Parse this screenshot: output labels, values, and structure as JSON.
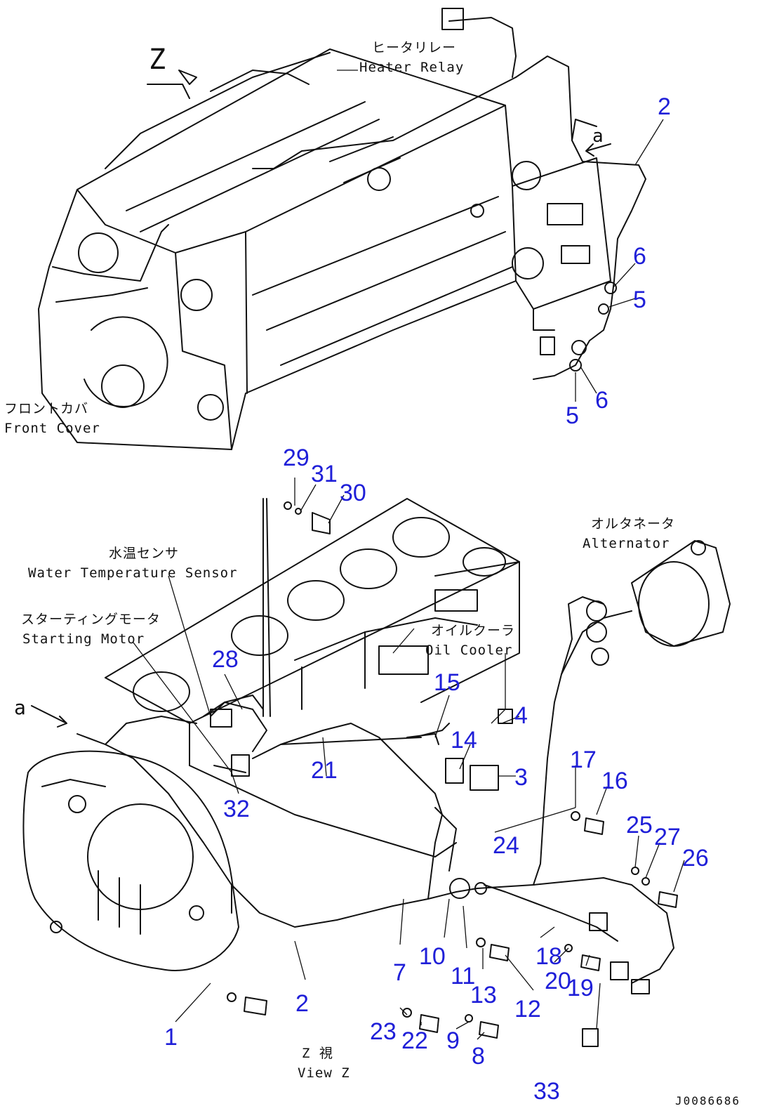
{
  "labels": {
    "heater_relay_jp": "ヒータリレー",
    "heater_relay_en": "Heater Relay",
    "front_cover_jp": "フロントカバ",
    "front_cover_en": "Front Cover",
    "water_temp_jp": "水温センサ",
    "water_temp_en": "Water Temperature Sensor",
    "starting_motor_jp": "スターティングモータ",
    "starting_motor_en": "Starting Motor",
    "oil_cooler_jp": "オイルクーラ",
    "oil_cooler_en": "Oil Cooler",
    "alternator_jp": "オルタネータ",
    "alternator_en": "Alternator",
    "view_jp": "Z 視",
    "view_en": "View Z",
    "view_letter": "Z",
    "arrow_a_top": "a",
    "arrow_a_left": "a",
    "drawing_code": "J0086686"
  },
  "callouts": [
    "2",
    "6",
    "5",
    "6",
    "5",
    "29",
    "31",
    "30",
    "28",
    "15",
    "4",
    "14",
    "3",
    "21",
    "17",
    "16",
    "32",
    "24",
    "25",
    "27",
    "26",
    "10",
    "18",
    "7",
    "11",
    "20",
    "19",
    "13",
    "12",
    "2",
    "1",
    "23",
    "22",
    "9",
    "8",
    "33"
  ]
}
